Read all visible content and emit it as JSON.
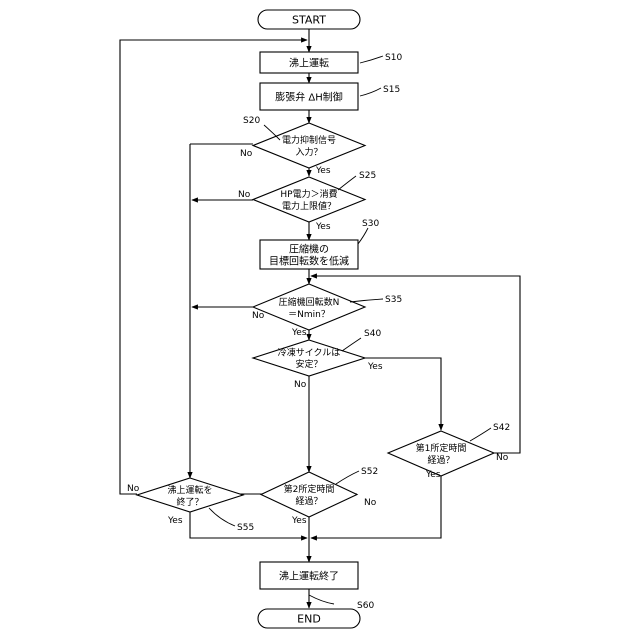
{
  "start": "START",
  "end": "END",
  "yes": "Yes",
  "no": "No",
  "steps": {
    "s10": {
      "id": "S10",
      "label": "沸上運転"
    },
    "s15": {
      "id": "S15",
      "label": "膨張弁 ΔH制御"
    },
    "s20": {
      "id": "S20",
      "line1": "電力抑制信号",
      "line2": "入力？"
    },
    "s25": {
      "id": "S25",
      "line1": "HP電力＞消費",
      "line2": "電力上限値？"
    },
    "s30": {
      "id": "S30",
      "line1": "圧縮機の",
      "line2": "目標回転数を低減"
    },
    "s35": {
      "id": "S35",
      "line1": "圧縮機回転数N",
      "line2": "＝Nmin？"
    },
    "s40": {
      "id": "S40",
      "line1": "冷凍サイクルは",
      "line2": "安定？"
    },
    "s42": {
      "id": "S42",
      "line1": "第1所定時間",
      "line2": "経過？"
    },
    "s52": {
      "id": "S52",
      "line1": "第2所定時間",
      "line2": "経過？"
    },
    "s55": {
      "id": "S55",
      "line1": "沸上運転を",
      "line2": "終了？"
    },
    "s60": {
      "id": "S60",
      "label": "沸上運転終了"
    }
  }
}
